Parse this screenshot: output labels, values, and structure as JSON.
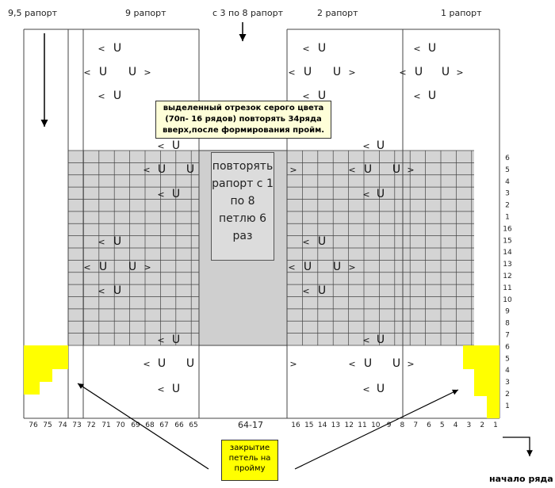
{
  "header_labels": {
    "rep95": "9,5 рапорт",
    "rep9": "9 рапорт",
    "rep3to8": "с 3 по 8 рапорт",
    "rep2": "2 рапорт",
    "rep1": "1 рапорт"
  },
  "grey_note": "выделенный отрезок серого цвета (70п- 16 рядов) повторять 34ряда вверх,после формирования пройм.",
  "repeat_box": "повторять рапорт с 1 по 8 петлю 6 раз",
  "closing_box": "закрытие петель на пройму",
  "start_label": "начало ряда",
  "middle_stitch_label": "64-17",
  "stitch_numbers_left": [
    "76",
    "75",
    "74",
    "73",
    "72",
    "71",
    "70",
    "69",
    "68",
    "67",
    "66",
    "65"
  ],
  "stitch_numbers_right": [
    "16",
    "15",
    "14",
    "13",
    "12",
    "11",
    "10",
    "9",
    "8",
    "7",
    "6",
    "5",
    "4",
    "3",
    "2",
    "1"
  ],
  "row_numbers": [
    "6",
    "5",
    "4",
    "3",
    "2",
    "1",
    "16",
    "15",
    "14",
    "13",
    "12",
    "11",
    "10",
    "9",
    "8",
    "7",
    "6",
    "5",
    "4",
    "3",
    "2",
    "1"
  ],
  "symbols": {
    "purl": "U",
    "left_decrease": "<",
    "right_decrease": ">"
  },
  "colors": {
    "grid_fill": "#d4d4d4",
    "yellow": "#ffff00",
    "lines": "#444444"
  }
}
